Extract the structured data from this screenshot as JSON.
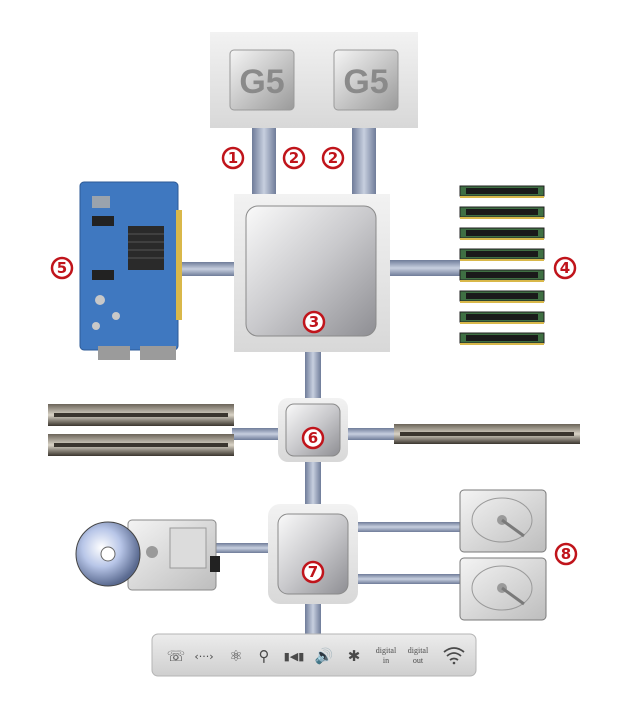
{
  "processors": [
    {
      "label": "G5"
    },
    {
      "label": "G5"
    }
  ],
  "callouts": [
    "1",
    "2",
    "2",
    "3",
    "4",
    "5",
    "6",
    "7",
    "8"
  ],
  "io_panel": {
    "ports": [
      {
        "icon": "modem-phone-icon",
        "glyph": "☏"
      },
      {
        "icon": "ethernet-icon",
        "glyph": "‹···›"
      },
      {
        "icon": "firewire-icon",
        "glyph": "⚛"
      },
      {
        "icon": "usb-icon",
        "glyph": "⚲"
      },
      {
        "icon": "audio-line-icon",
        "glyph": "▮◀▮"
      },
      {
        "icon": "speaker-icon",
        "glyph": "🔊"
      },
      {
        "icon": "bluetooth-icon",
        "glyph": "✱"
      }
    ],
    "digital_in": {
      "line1": "digital",
      "line2": "in"
    },
    "digital_out": {
      "line1": "digital",
      "line2": "out"
    },
    "wireless": {
      "icon": "wifi-icon"
    }
  },
  "colors": {
    "callout_red": "#c0141b",
    "bus_blue": "#8a97b3",
    "graphics_card_blue": "#3f78c0",
    "ram_green": "#3f6f43"
  }
}
